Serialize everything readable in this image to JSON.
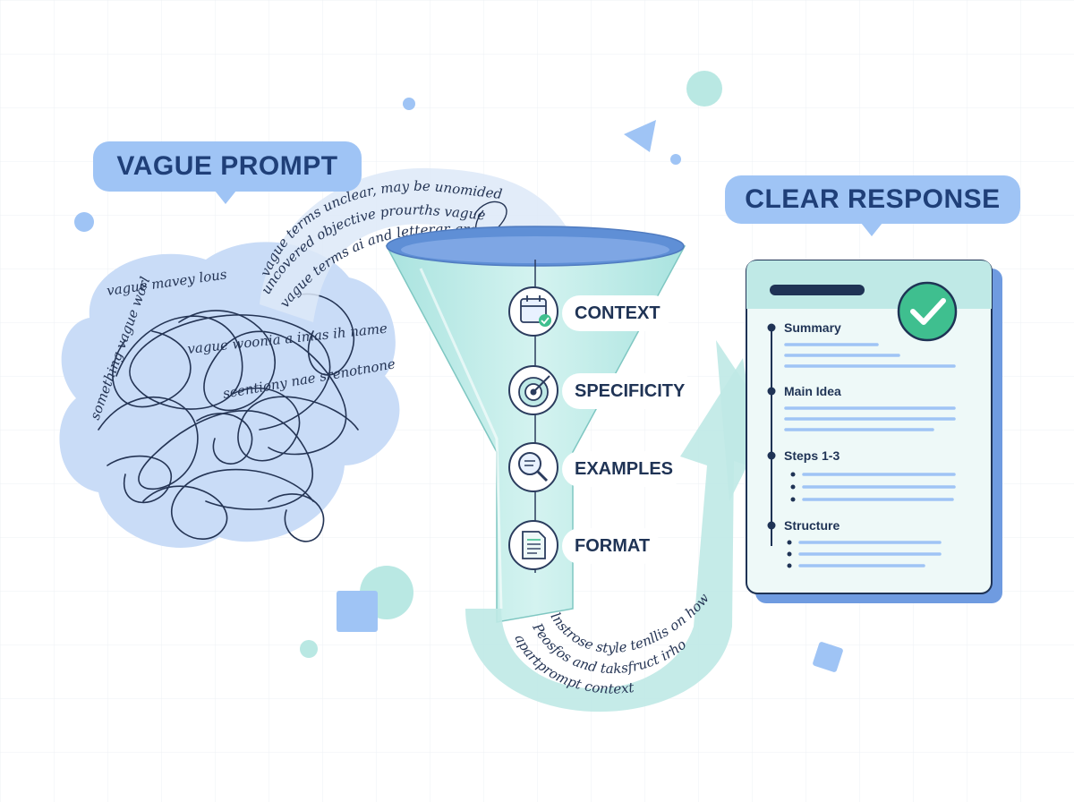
{
  "labels": {
    "vague": "VAGUE PROMPT",
    "clear": "CLEAR RESPONSE"
  },
  "funnel_steps": [
    {
      "label": "CONTEXT",
      "icon": "calendar-check-icon"
    },
    {
      "label": "SPECIFICITY",
      "icon": "target-icon"
    },
    {
      "label": "EXAMPLES",
      "icon": "magnifier-icon"
    },
    {
      "label": "FORMAT",
      "icon": "document-list-icon"
    }
  ],
  "response_doc": {
    "sections": [
      "Summary",
      "Main Idea",
      "Steps 1-3",
      "Structure"
    ],
    "status_icon": "check-circle-icon"
  },
  "scribbles": {
    "stream_top_1": "vague terms unclear, may be unomided",
    "stream_top_2": "uncovered objective prourths vague",
    "stream_top_3": "vague terms ai and lettergr grown",
    "cloud_1": "vague mavey lous",
    "cloud_2": "vague woonia a imas ih name",
    "cloud_3": "scentiony nae srenotnone",
    "cloud_4": "something vague worl",
    "stream_bottom_1": "lnstrose style tenllis on how",
    "stream_bottom_2": "Peosfos and taksfruct irho mar",
    "stream_bottom_3": "apartprompt context"
  },
  "colors": {
    "bubble_bg": "#9fc4f5",
    "bubble_text": "#1f3f78",
    "funnel": "#bfe9e6",
    "funnel_top": "#5f8fd6",
    "stream": "#bfe9e6",
    "doc_bg": "#eef9f8",
    "doc_border": "#1f3355",
    "check": "#3fbf8f",
    "cloud": "#c9dcf7",
    "ink": "#243454"
  }
}
